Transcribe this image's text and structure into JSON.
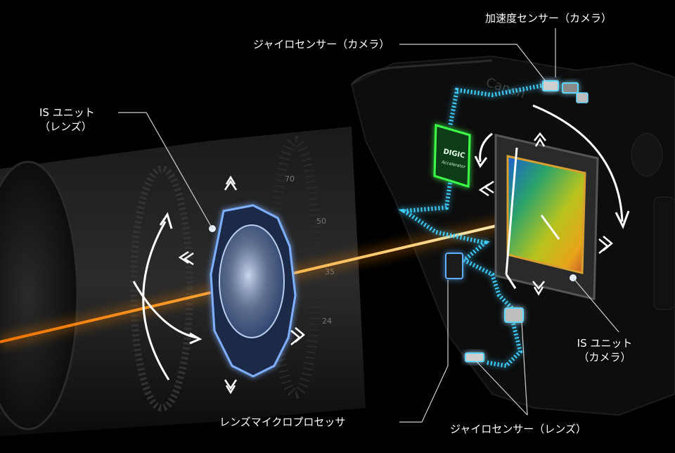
{
  "labels": {
    "is_unit_lens_line1": "IS ユニット",
    "is_unit_lens_line2": "（レンズ）",
    "gyro_camera": "ジャイロセンサー（カメラ）",
    "accel_camera": "加速度センサー（カメラ）",
    "is_unit_camera_line1": "IS ユニット",
    "is_unit_camera_line2": "（カメラ）",
    "lens_microprocessor": "レンズマイクロプロセッサ",
    "gyro_lens": "ジャイロセンサー（レンズ）"
  },
  "camera": {
    "brand": "Canon"
  },
  "chip": {
    "line1": "DIGIC",
    "line2": "Accelerator"
  },
  "lens_markings": [
    "70",
    "50",
    "35",
    "24"
  ],
  "colors": {
    "background": "#000000",
    "light_beam": "#ff9a1a",
    "circuit": "#3fd0ff",
    "chip_glow": "#3cff4a",
    "lens_glow": "#6fa8ff",
    "label_text": "#ffffff",
    "leader_line": "#cfcfcf"
  },
  "icons": [
    "stabilization-arrow-icon",
    "chevron-double-icon"
  ]
}
